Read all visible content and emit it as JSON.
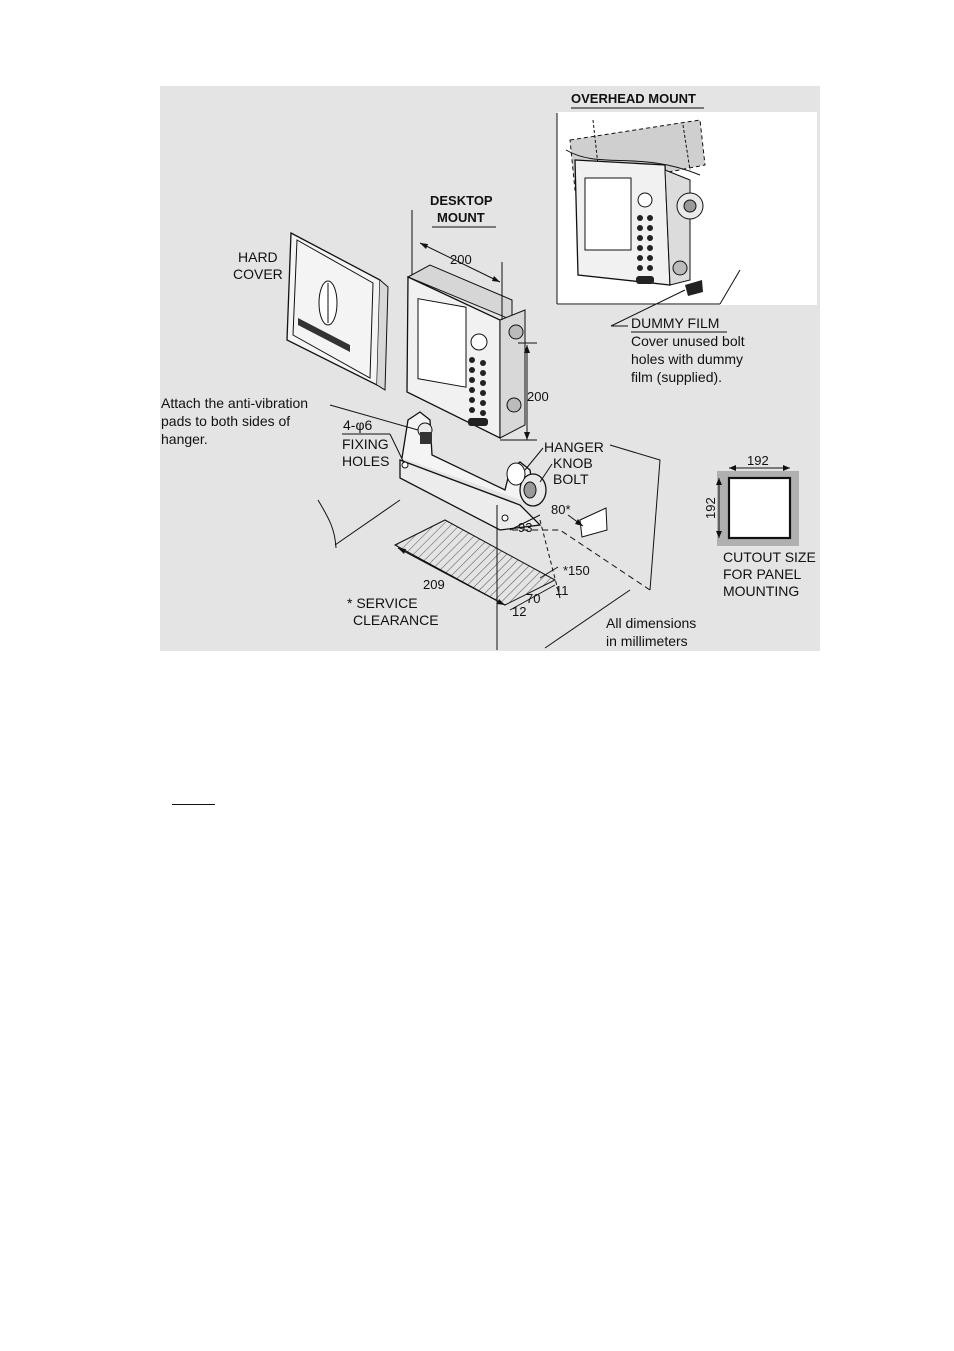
{
  "figure": {
    "labels": {
      "overhead_mount": "OVERHEAD MOUNT",
      "desktop_mount_1": "DESKTOP",
      "desktop_mount_2": "MOUNT",
      "hard_cover_1": "HARD",
      "hard_cover_2": "COVER",
      "dummy_film_title": "DUMMY FILM",
      "dummy_film_1": "Cover unused bolt",
      "dummy_film_2": "holes with dummy",
      "dummy_film_3": "film (supplied).",
      "attach_1": "Attach the anti-vibration",
      "attach_2": "pads to both sides of",
      "attach_3": "hanger.",
      "fixing_1": "4-φ6",
      "fixing_2": "FIXING",
      "fixing_3": "HOLES",
      "hanger": "HANGER",
      "knob_1": "KNOB",
      "knob_2": "BOLT",
      "service_1": "* SERVICE",
      "service_2": "CLEARANCE",
      "cutout_1": "CUTOUT SIZE",
      "cutout_2": "FOR PANEL",
      "cutout_3": "MOUNTING",
      "units_1": "All dimensions",
      "units_2": "in millimeters"
    },
    "dimensions": {
      "width": "200",
      "height": "200",
      "depth_star": "80*",
      "depth": "93",
      "clearance_top": "*150",
      "base": "209",
      "d11": "11",
      "d70": "70",
      "d12": "12",
      "cutout_w": "192",
      "cutout_h": "192"
    },
    "colors": {
      "background": "#e4e4e4",
      "line": "#111111",
      "cutout_border": "#b0b0b0"
    }
  }
}
